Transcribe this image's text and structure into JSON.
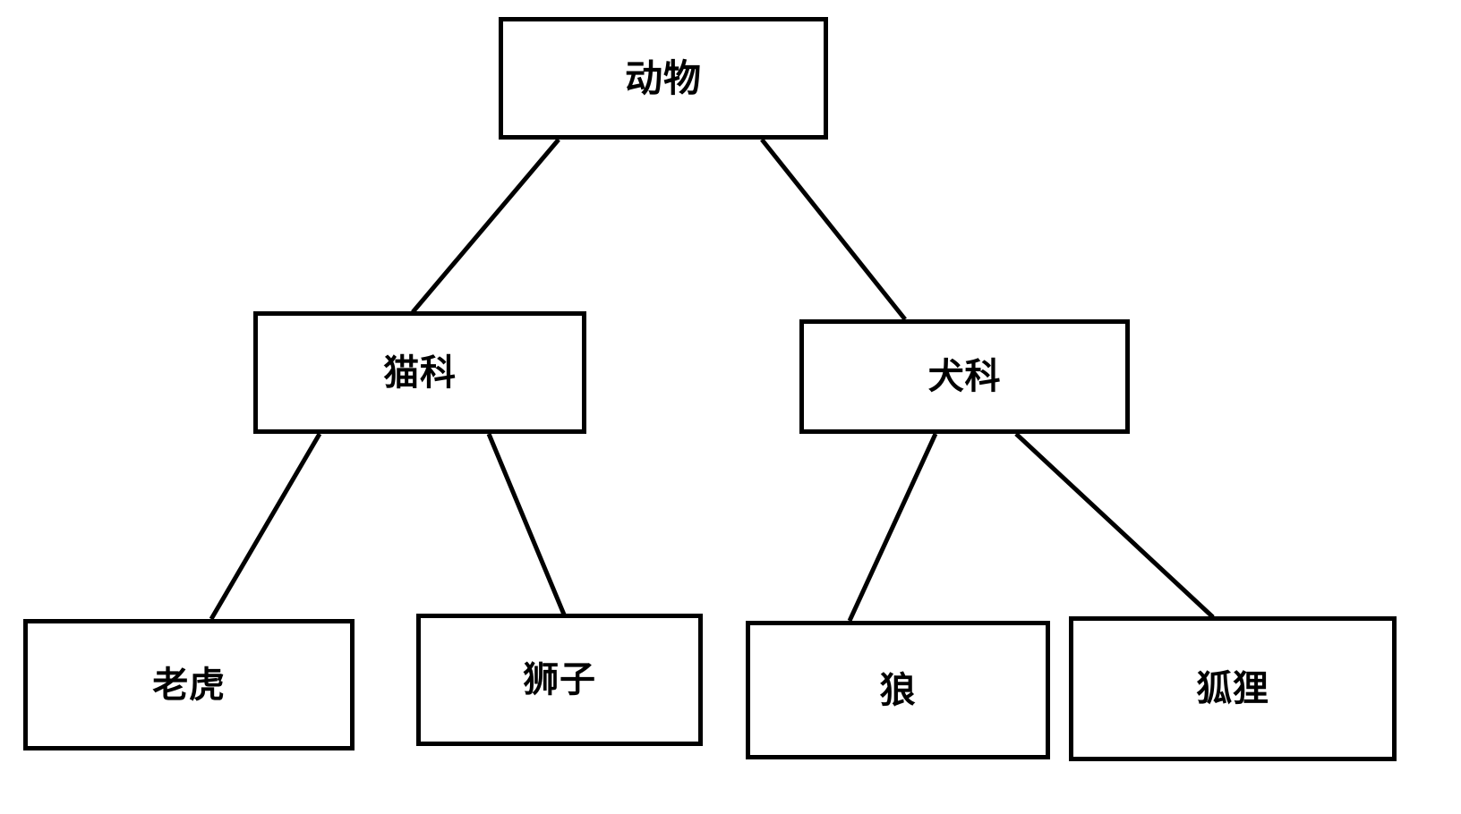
{
  "diagram": {
    "type": "hierarchy-tree",
    "orientation": "top-down",
    "background_color": "#ffffff",
    "box_border_color": "#000000",
    "edge_color": "#000000",
    "text_color": "#000000",
    "levels": 3,
    "nodes": [
      {
        "id": "root",
        "label": "动物",
        "level": 0,
        "parent": null
      },
      {
        "id": "felidae",
        "label": "猫科",
        "level": 1,
        "parent": "root"
      },
      {
        "id": "canidae",
        "label": "犬科",
        "level": 1,
        "parent": "root"
      },
      {
        "id": "tiger",
        "label": "老虎",
        "level": 2,
        "parent": "felidae"
      },
      {
        "id": "lion",
        "label": "狮子",
        "level": 2,
        "parent": "felidae"
      },
      {
        "id": "wolf",
        "label": "狼",
        "level": 2,
        "parent": "canidae"
      },
      {
        "id": "fox",
        "label": "狐狸",
        "level": 2,
        "parent": "canidae"
      }
    ],
    "edges": [
      {
        "from": "root",
        "to": "felidae"
      },
      {
        "from": "root",
        "to": "canidae"
      },
      {
        "from": "felidae",
        "to": "tiger"
      },
      {
        "from": "felidae",
        "to": "lion"
      },
      {
        "from": "canidae",
        "to": "wolf"
      },
      {
        "from": "canidae",
        "to": "fox"
      }
    ]
  }
}
